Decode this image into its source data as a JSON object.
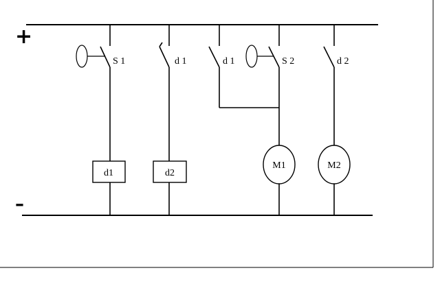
{
  "polarity": {
    "positive": "+",
    "negative": "–"
  },
  "switches": {
    "s1": "S 1",
    "d1_a": "d 1",
    "d1_b": "d 1",
    "s2": "S 2",
    "d2": "d 2"
  },
  "coils": {
    "d1": "d1",
    "d2": "d2"
  },
  "motors": {
    "m1": "M1",
    "m2": "M2"
  }
}
